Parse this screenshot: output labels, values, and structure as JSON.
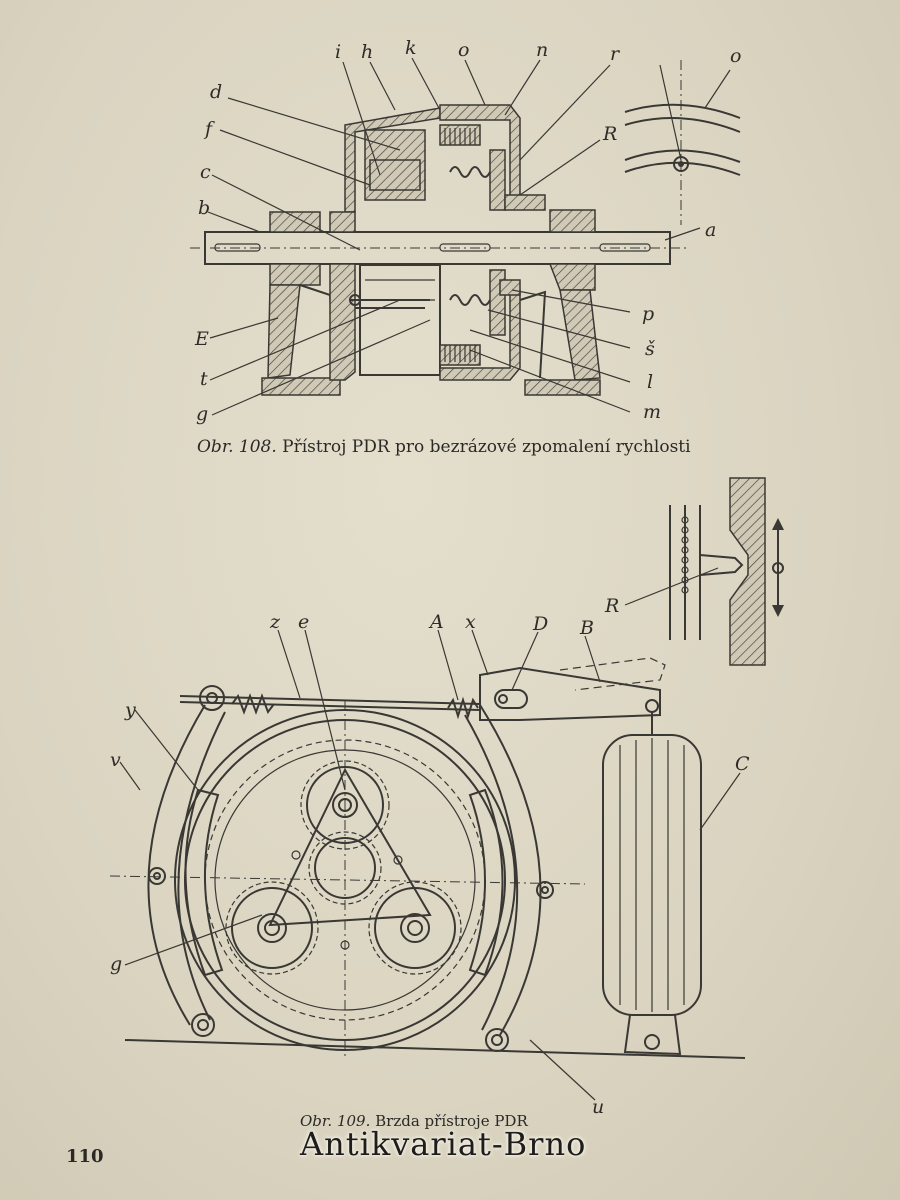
{
  "figure108": {
    "caption_number": "Obr. 108.",
    "caption_text": "Přístroj PDR pro bezrázové zpomalení rychlosti",
    "labels": {
      "i": "i",
      "h": "h",
      "k": "k",
      "o_top": "o",
      "n": "n",
      "r": "r",
      "o_right": "o",
      "d": "d",
      "f": "f",
      "R": "R",
      "c": "c",
      "b": "b",
      "a": "a",
      "E": "E",
      "p": "p",
      "s": "š",
      "t": "t",
      "l": "l",
      "g": "g",
      "m": "m"
    }
  },
  "figure109": {
    "caption_number": "Obr. 109.",
    "caption_text": "Brzda přístroje PDR",
    "labels": {
      "R": "R",
      "z": "z",
      "e": "e",
      "A": "A",
      "x": "x",
      "D": "D",
      "B": "B",
      "y": "y",
      "v": "v",
      "C": "C",
      "g": "g",
      "u": "u"
    }
  },
  "page_number": "110",
  "watermark": "Antikvariat-Brno"
}
